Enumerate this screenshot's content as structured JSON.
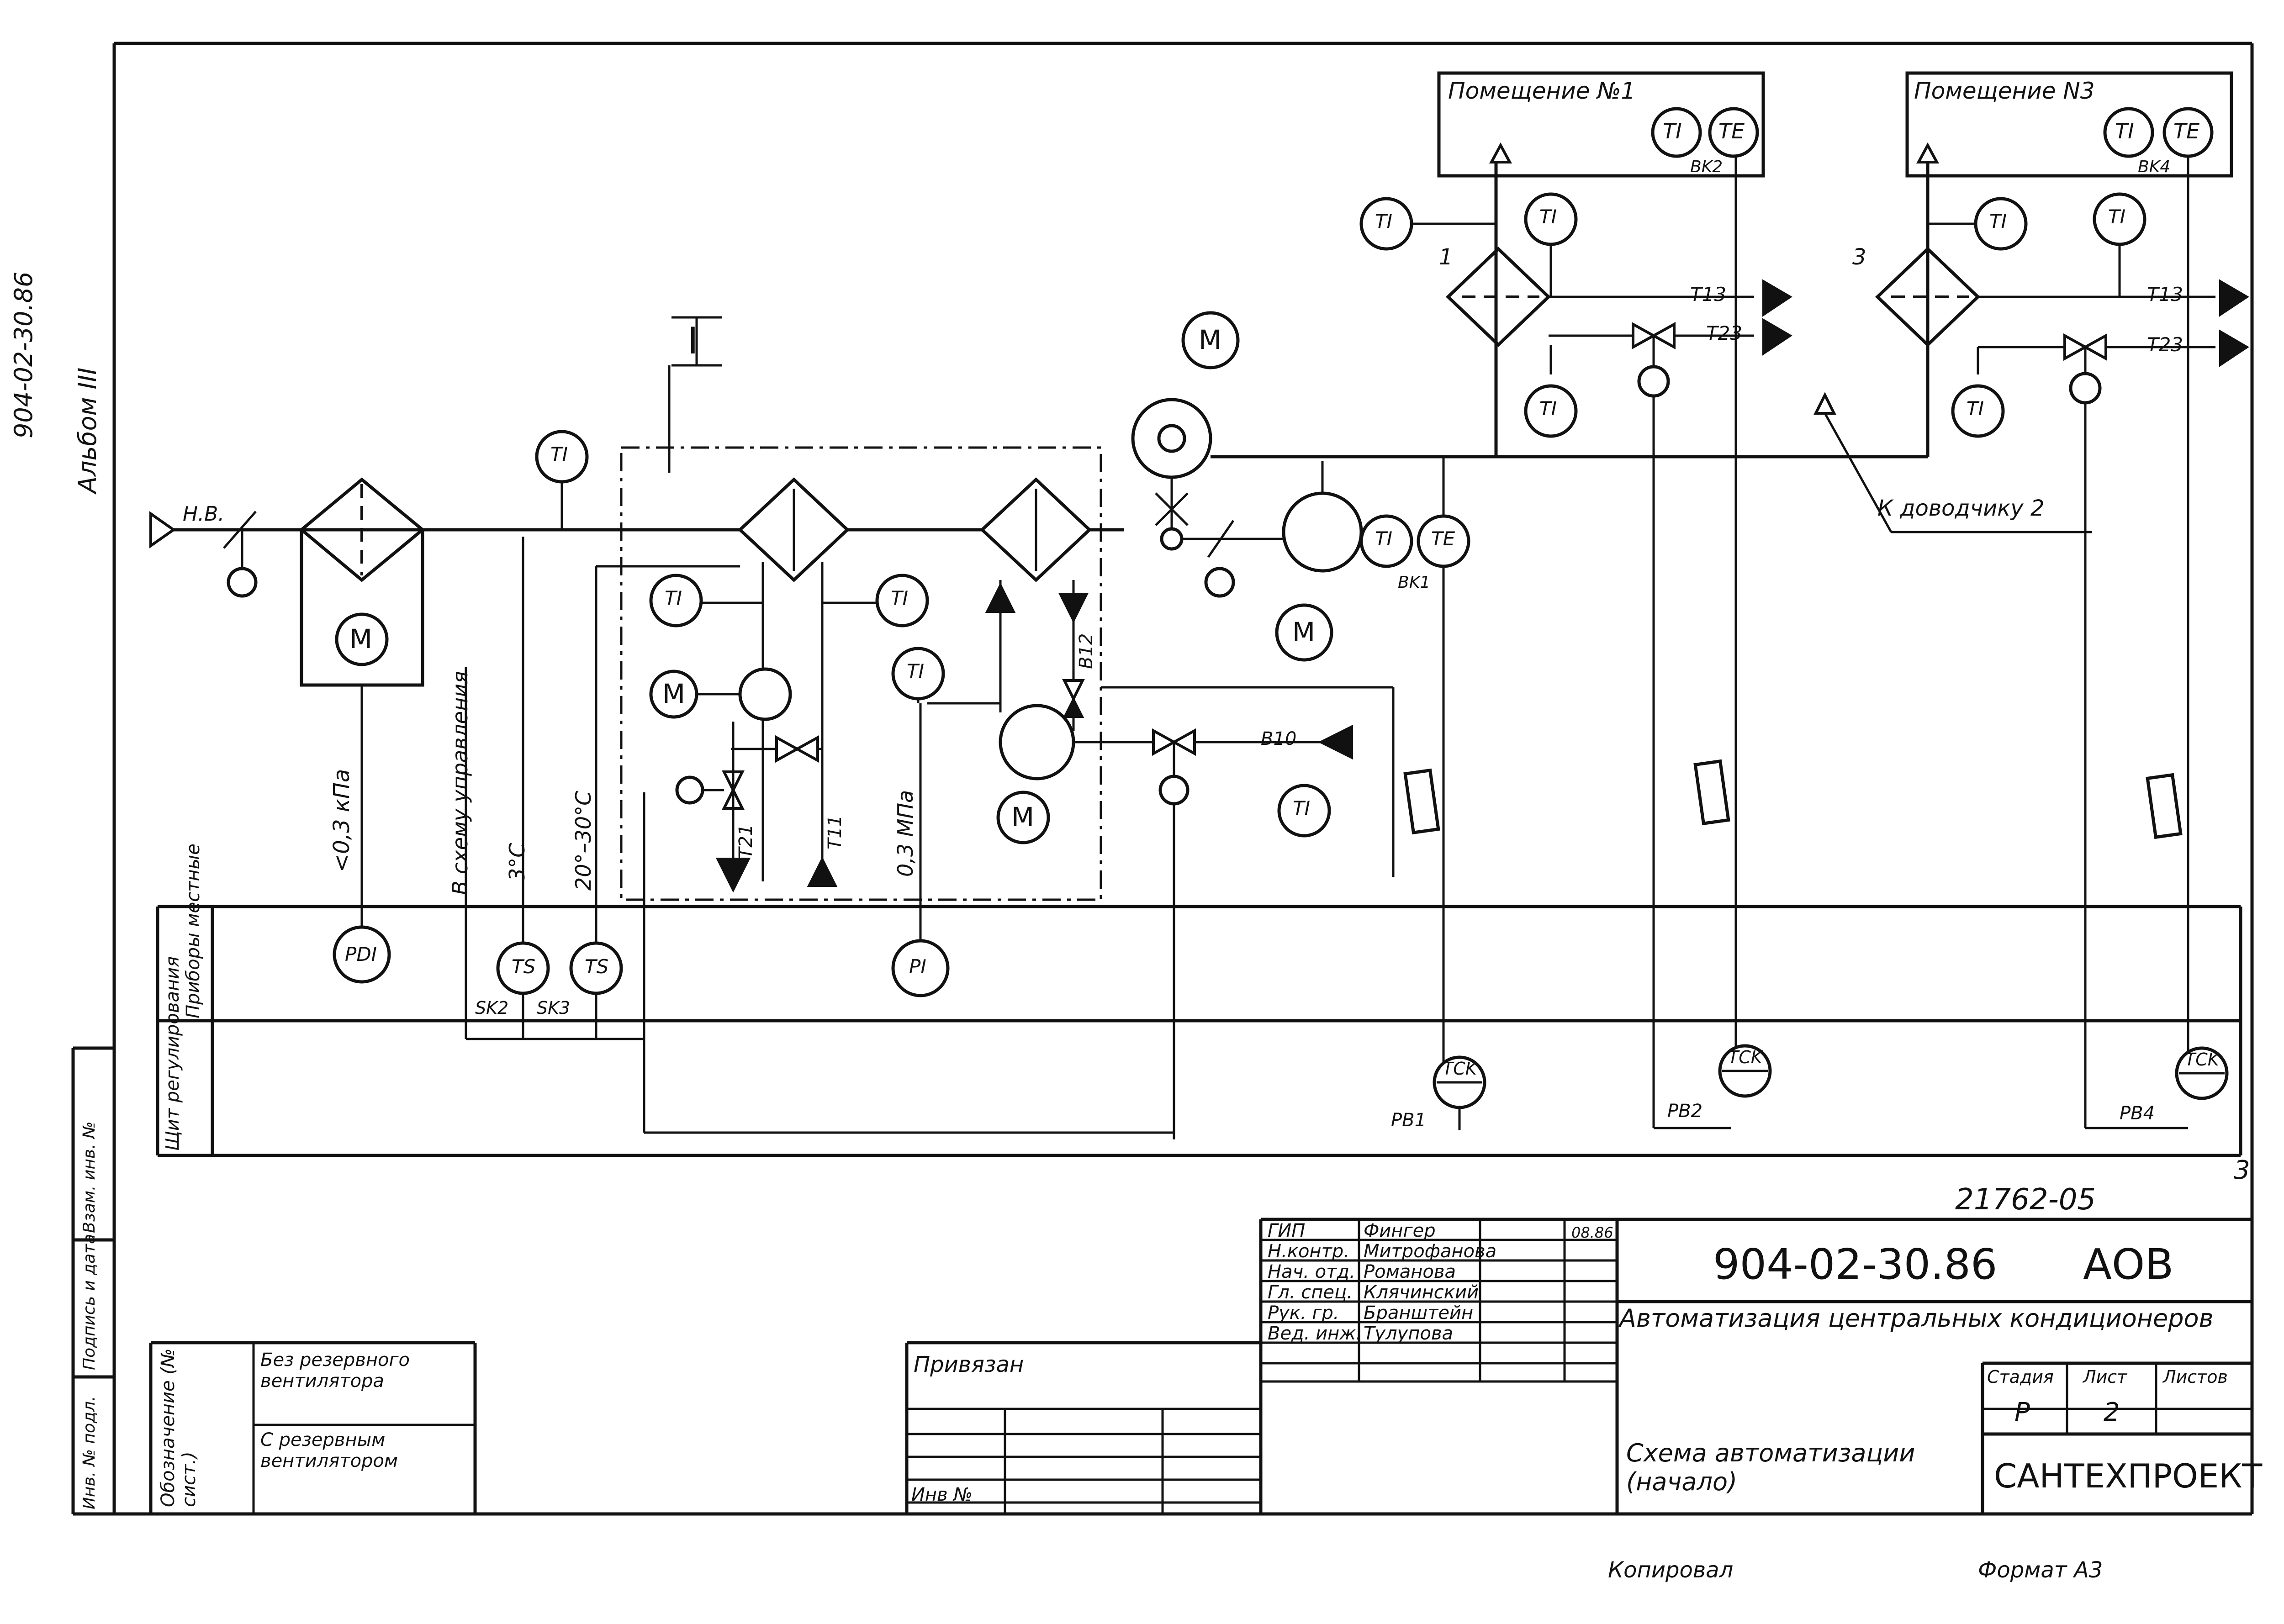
{
  "side_labels": {
    "doc_code": "904-02-30.86",
    "album": "Альбом III"
  },
  "rooms": [
    {
      "title": "Помещение №1",
      "tags": [
        "TI",
        "TE"
      ],
      "sensor_id": "BK2"
    },
    {
      "title": "Помещение N3",
      "tags": [
        "TI",
        "TE"
      ],
      "sensor_id": "BK4"
    }
  ],
  "process": {
    "inlet": "Н.В.",
    "section_mark": "I",
    "units": {
      "conditioner_1": "1",
      "conditioner_3": "3"
    },
    "to_closer": "К доводчику 2",
    "motor": "M",
    "sensor_tag": "TI",
    "temp_elem": "TE",
    "bk1": "BK1",
    "lines": {
      "t13": "T13",
      "t23": "T23",
      "t21": "T21",
      "t11": "T11",
      "b10": "B10",
      "b12": "B12"
    }
  },
  "vertical_notes": {
    "dp": "<0,3 кПа",
    "control": "В схему управления",
    "t3": "3°C",
    "t20": "20°–30°C",
    "p03": "0,3 МПа"
  },
  "panel": {
    "local": "Приборы местные",
    "board": "Щит регулирования",
    "instruments": [
      "PDI",
      "TS",
      "TS",
      "PI"
    ],
    "sk": [
      "SK2",
      "SK3"
    ],
    "regulators": [
      {
        "tag": "TCK",
        "id": "PB1"
      },
      {
        "tag": "TCK",
        "id": "PB2"
      },
      {
        "tag": "TCK",
        "id": "PB4"
      }
    ]
  },
  "page_number": "3",
  "title_block": {
    "copy_no": "21762-05",
    "doc_number": "904-02-30.86",
    "doc_suffix": "АОВ",
    "title": "Автоматизация центральных кондиционеров",
    "sheet_name": "Схема автоматизации (начало)",
    "org": "САНТЕХПРОЕКТ",
    "stage_header": "Стадия",
    "sheet_header": "Лист",
    "sheets_header": "Листов",
    "stage": "Р",
    "sheet": "2",
    "date": "08.86",
    "roles": [
      "ГИП",
      "Н.контр.",
      "Нач. отд.",
      "Гл. спец.",
      "Рук. гр.",
      "Вед. инж."
    ],
    "names": [
      "Фингер",
      "Митрофанова",
      "Романова",
      "Клячинский",
      "Бранштейн",
      "Тулупова"
    ],
    "privyazan": "Привязан",
    "inv_no": "Инв №"
  },
  "designation_table": {
    "header": "Обозначение (№ сист.)",
    "row1": "Без резервного вентилятора",
    "row2": "С резервным вентилятором"
  },
  "left_strip": [
    "Взам. инв. №",
    "Подпись и дата",
    "Инв. № подл."
  ],
  "footer": {
    "copied": "Копировал",
    "format": "Формат А3"
  }
}
